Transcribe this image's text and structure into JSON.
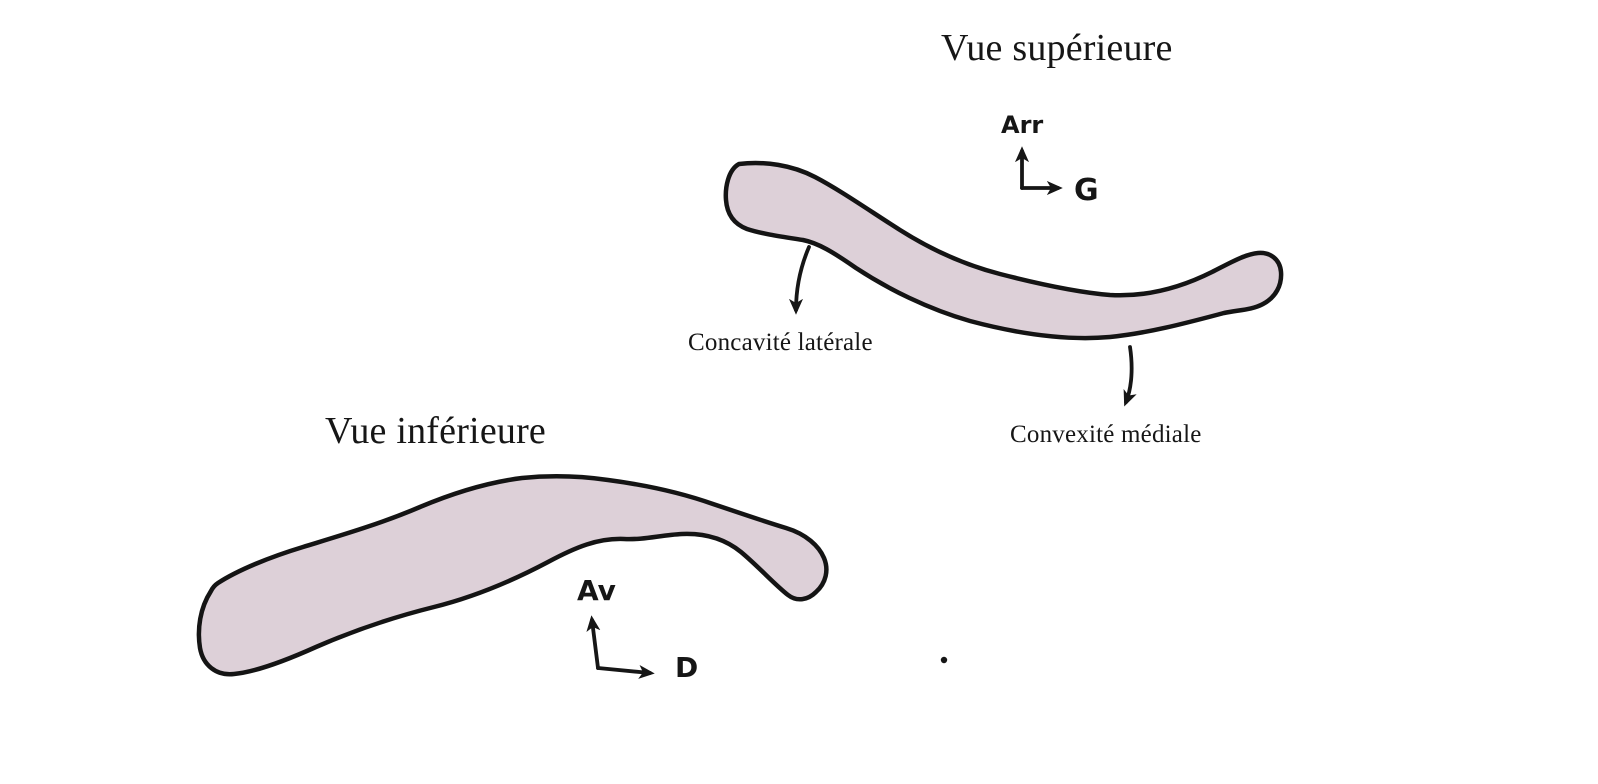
{
  "palette": {
    "background": "#ffffff",
    "ink": "#161616",
    "bone_fill": "#ddd0d8",
    "bone_outline": "#141414"
  },
  "views": {
    "superior": {
      "title": "Vue supérieure",
      "axis": {
        "up_label": "Arr",
        "right_label": "G"
      },
      "annotations": {
        "lateral_concavity": "Concavité latérale",
        "medial_convexity": "Convexité médiale"
      }
    },
    "inferior": {
      "title": "Vue inférieure",
      "axis": {
        "up_label": "Av",
        "right_label": "D"
      }
    }
  }
}
